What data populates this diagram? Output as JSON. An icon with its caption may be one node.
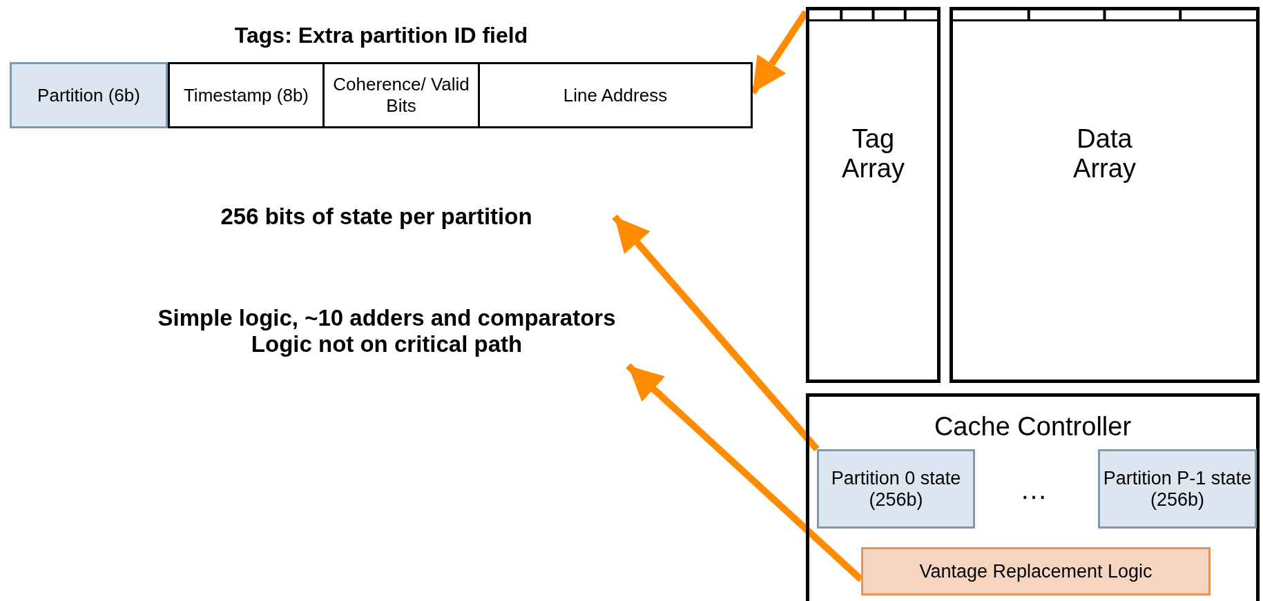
{
  "diagram": {
    "nodes": [
      {
        "text": [
          "Tags: Extra partition ID field"
        ]
      },
      {
        "text": [
          "Partition (6b)"
        ],
        "in": 0
      },
      {
        "text": [
          "Timestamp (8b)"
        ],
        "in": 0
      },
      {
        "text": [
          "Coherence/ Valid Bits"
        ],
        "in": 0
      },
      {
        "text": [
          "Line Address"
        ],
        "in": 0
      },
      {
        "text": [
          "Tag Array"
        ]
      },
      {
        "text": [
          "Data Array"
        ]
      },
      {
        "text": [
          "256 bits of state per partition"
        ]
      },
      {
        "text": [
          "Simple logic, ~10 adders and comparators",
          "Logic not on critical path"
        ]
      },
      {
        "text": [
          "Cache Controller"
        ]
      },
      {
        "text": [
          "Partition 0 state (256b)"
        ],
        "in": 9
      },
      {
        "text": [
          "Partition P-1 state (256b)"
        ],
        "in": 9
      },
      {
        "text": [
          "Vantage Replacement Logic"
        ],
        "in": 9
      }
    ],
    "edges": [
      {
        "from": 5,
        "to": 0,
        "arrow": "to"
      },
      {
        "from": 10,
        "to": 7,
        "arrow": "to"
      },
      {
        "from": 12,
        "to": 8,
        "arrow": "to"
      }
    ],
    "labels": [
      "…"
    ]
  }
}
